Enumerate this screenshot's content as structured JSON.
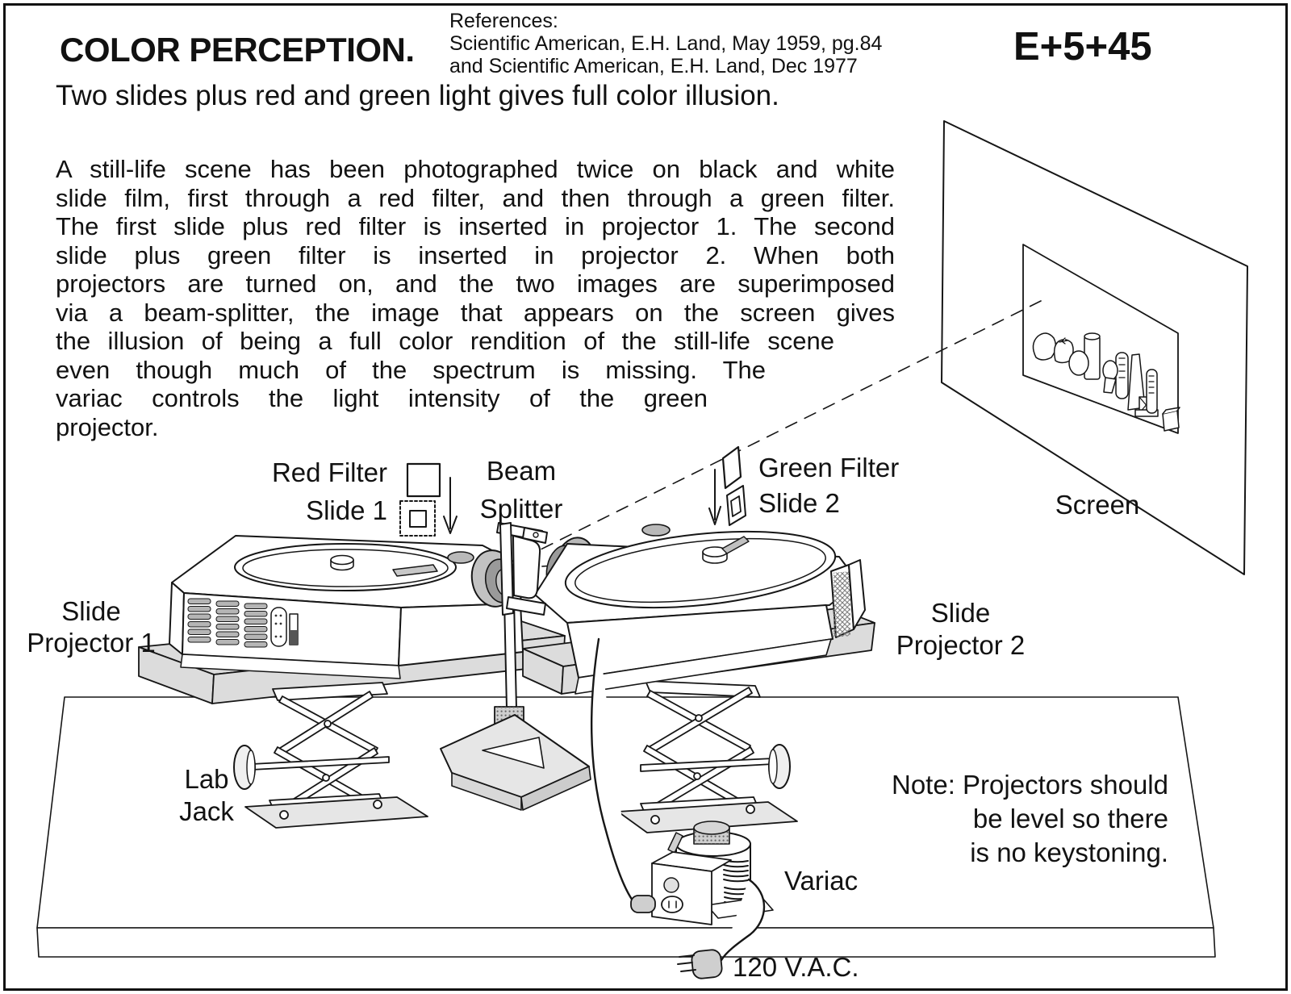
{
  "page": {
    "title": "COLOR PERCEPTION.",
    "code": "E+5+45",
    "references": {
      "heading": "References:",
      "line1": "Scientific American, E.H. Land, May 1959, pg.84",
      "line2": "and Scientific American, E.H. Land, Dec 1977"
    },
    "subtitle": "Two slides plus red and green light gives full color illusion.",
    "paragraph": {
      "lines": [
        "A still-life scene has been photographed twice on black and white",
        "slide film, first through a red filter, and then through a green filter.",
        "The first slide plus red filter is inserted in projector 1. The second",
        "slide plus green filter is inserted in projector 2. When both",
        "projectors are turned on, and the two images are superimposed",
        "via a beam-splitter, the image that appears on the screen gives",
        "the illusion of being a full color rendition of the still-life scene",
        "even though much of the spectrum is missing. The",
        "variac controls the light intensity of the green",
        "projector."
      ]
    },
    "labels": {
      "red_filter": "Red Filter",
      "slide1": "Slide 1",
      "beam_splitter_line1": "Beam",
      "beam_splitter_line2": "Splitter",
      "green_filter": "Green Filter",
      "slide2": "Slide 2",
      "screen": "Screen",
      "projector1_line1": "Slide",
      "projector1_line2": "Projector 1",
      "projector2_line1": "Slide",
      "projector2_line2": "Projector 2",
      "lab_jack_line1": "Lab",
      "lab_jack_line2": "Jack",
      "variac": "Variac",
      "power": "120 V.A.C."
    },
    "note": {
      "line1": "Note: Projectors should",
      "line2": "be level so there",
      "line3": "is no keystoning."
    },
    "colors": {
      "ink": "#161616",
      "paper": "#ffffff",
      "gray_platform": "#dcdcdc",
      "gray_lens": "#b9b9b9",
      "gray_dark": "#9a9a9a",
      "gray_base": "#e6e6e6",
      "gray_knurl": "#cfcfcf"
    }
  }
}
